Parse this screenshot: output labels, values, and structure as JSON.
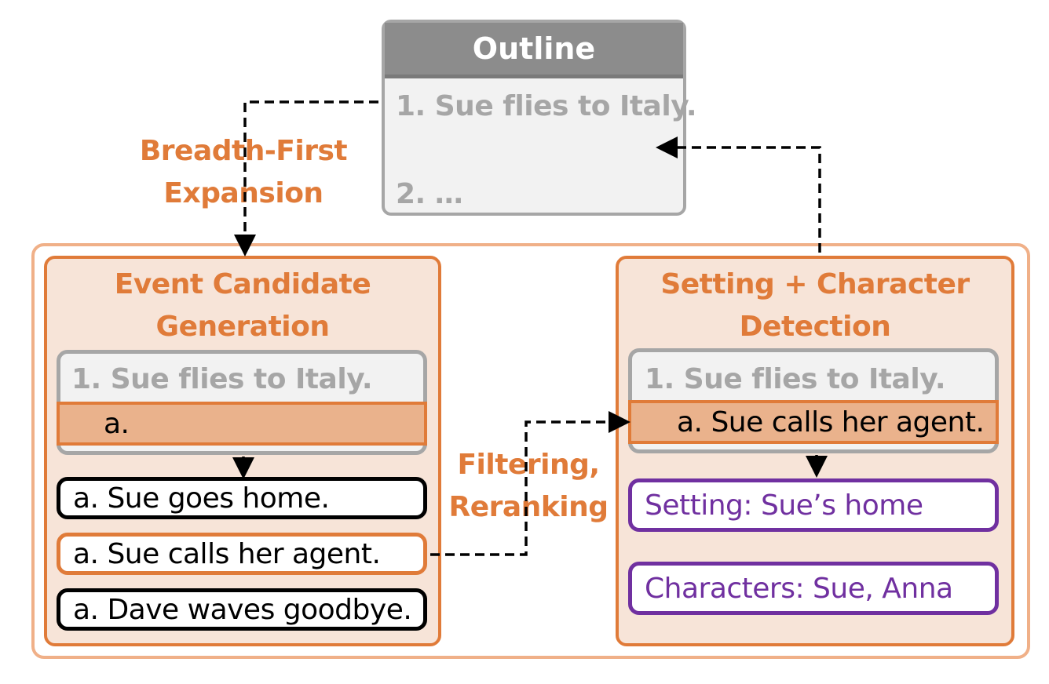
{
  "outline": {
    "title": "Outline",
    "items": [
      "1. Sue flies to Italy.",
      "2. …"
    ]
  },
  "edges": {
    "breadth_first_line1": "Breadth-First",
    "breadth_first_line2": "Expansion",
    "filtering_line1": "Filtering,",
    "filtering_line2": "Reranking"
  },
  "event_panel": {
    "title_line1": "Event Candidate",
    "title_line2": "Generation",
    "context_item": "1. Sue flies to Italy.",
    "band_text": "a.",
    "candidates": [
      "a. Sue goes home.",
      "a. Sue calls her agent.",
      "a. Dave waves goodbye."
    ]
  },
  "detect_panel": {
    "title_line1": "Setting + Character",
    "title_line2": "Detection",
    "context_item": "1. Sue flies to Italy.",
    "band_text": "a. Sue calls her agent.",
    "setting": "Setting: Sue’s home",
    "characters": "Characters: Sue, Anna"
  },
  "colors": {
    "orange": "#e07b39",
    "orange_fill": "#f7e4d8",
    "gray": "#a6a6a6",
    "purple": "#7030a0"
  }
}
